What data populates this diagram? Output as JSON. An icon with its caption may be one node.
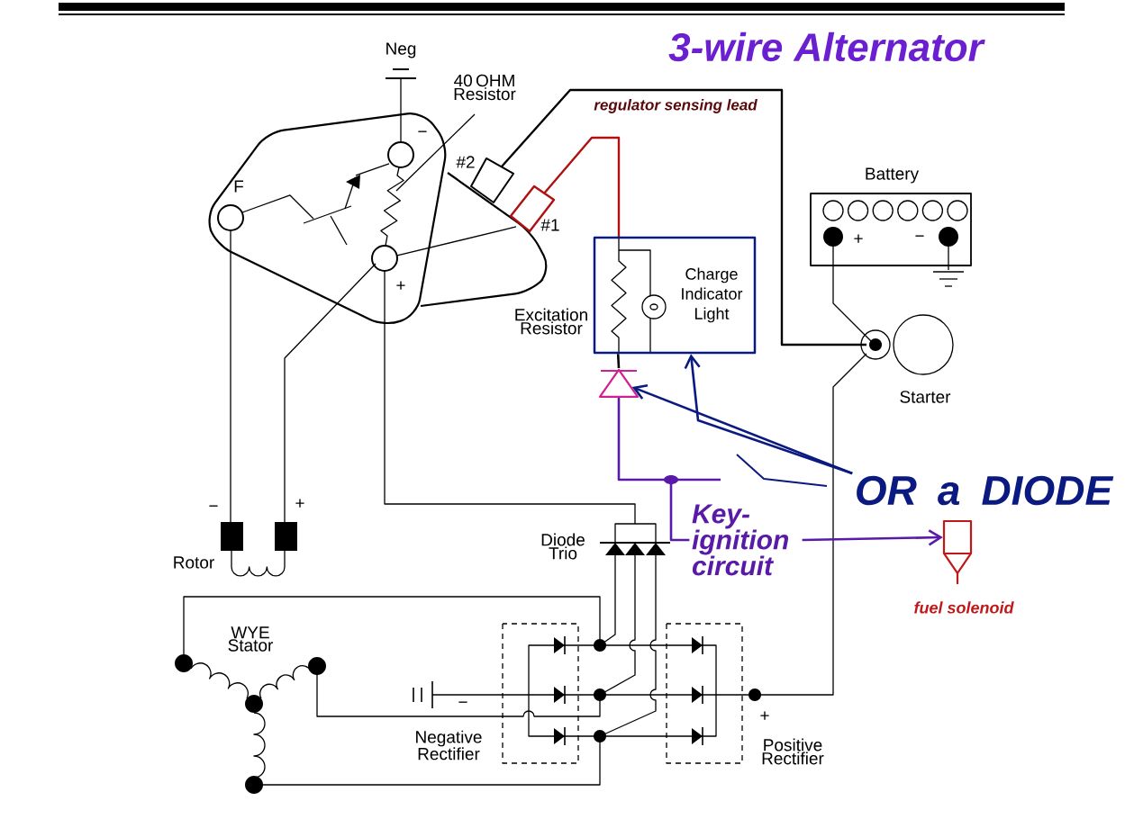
{
  "diagram": {
    "title": "3-wire Alternator",
    "nodes": [
      {
        "text": [
          "OR a DIODE"
        ]
      },
      {
        "text": [],
        "shape": "triangle"
      },
      {
        "text": [
          "Charge Indicator Light"
        ]
      },
      {
        "text": [
          "Key- ignition circuit"
        ]
      },
      {
        "text": [],
        "shape": "box",
        "beside": [
          "fuel solenoid"
        ]
      }
    ],
    "edges": [
      {
        "from": 0,
        "to": 1,
        "arrow": "to",
        "color": "#0a1a80"
      },
      {
        "from": 0,
        "to": 2,
        "arrow": "to",
        "color": "#0a1a80"
      },
      {
        "from": 3,
        "to": 4,
        "arrow": "to",
        "color": "#5a1aa8"
      },
      {
        "from": 2,
        "to": 1,
        "arrow": "none",
        "color": "#000000"
      },
      {
        "from": 1,
        "to": 3,
        "arrow": "none",
        "color": "#5a1aa8"
      }
    ],
    "labels": [
      "Neg",
      "40 OHM Resistor",
      "regulator sensing lead",
      "−",
      "#2",
      "F",
      "Battery",
      "#1",
      "+",
      "−",
      "+",
      "Excitation Resistor",
      "Starter",
      "−",
      "+",
      "Diode Trio",
      "Rotor",
      "WYE Stator",
      "−",
      "+",
      "Negative Rectifier",
      "Positive Rectifier"
    ]
  }
}
